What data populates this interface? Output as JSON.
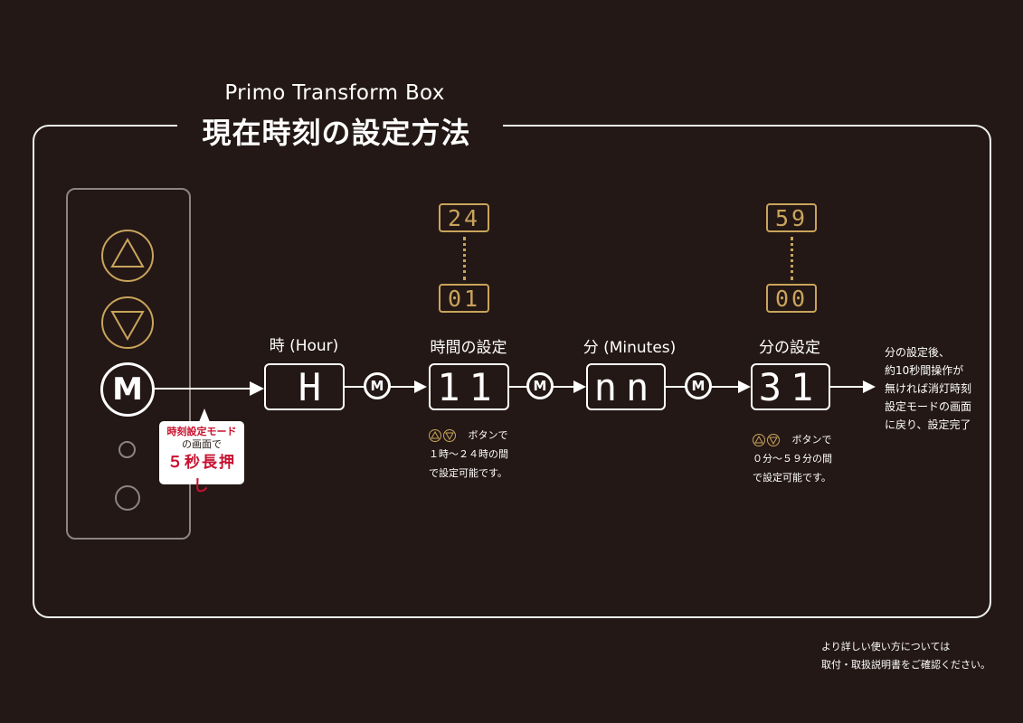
{
  "header": {
    "subtitle": "Primo Transform Box",
    "title": "現在時刻の設定方法"
  },
  "panel": {
    "m_button_label": "M"
  },
  "callout": {
    "line1": "時刻設定モード",
    "line2": "の画面で",
    "line3": "５秒長押し"
  },
  "steps": {
    "hour": {
      "label": "時 (Hour)",
      "display": "H"
    },
    "hour_set": {
      "label": "時間の設定",
      "display": "11",
      "range_max": "24",
      "range_min": "01"
    },
    "minutes": {
      "label": "分 (Minutes)",
      "display": "nn"
    },
    "minute_set": {
      "label": "分の設定",
      "display": "31",
      "range_max": "59",
      "range_min": "00"
    }
  },
  "m_icon_label": "M",
  "notes": {
    "hour": {
      "line1": "ボタンで",
      "line2": "１時～２４時の間",
      "line3": "で設定可能です。"
    },
    "minute": {
      "line1": "ボタンで",
      "line2": "０分～５９分の間",
      "line3": "で設定可能です。"
    }
  },
  "final_text": {
    "line1": "分の設定後、",
    "line2": "約10秒間操作が",
    "line3": "無ければ消灯時刻",
    "line4": "設定モードの画面",
    "line5": "に戻り、設定完了"
  },
  "footer": {
    "line1": "より詳しい使い方については",
    "line2": "取付・取扱説明書をご確認ください。"
  },
  "colors": {
    "background": "#231815",
    "gold": "#c9a45c",
    "red": "#c8102e",
    "line": "#ffffff"
  }
}
